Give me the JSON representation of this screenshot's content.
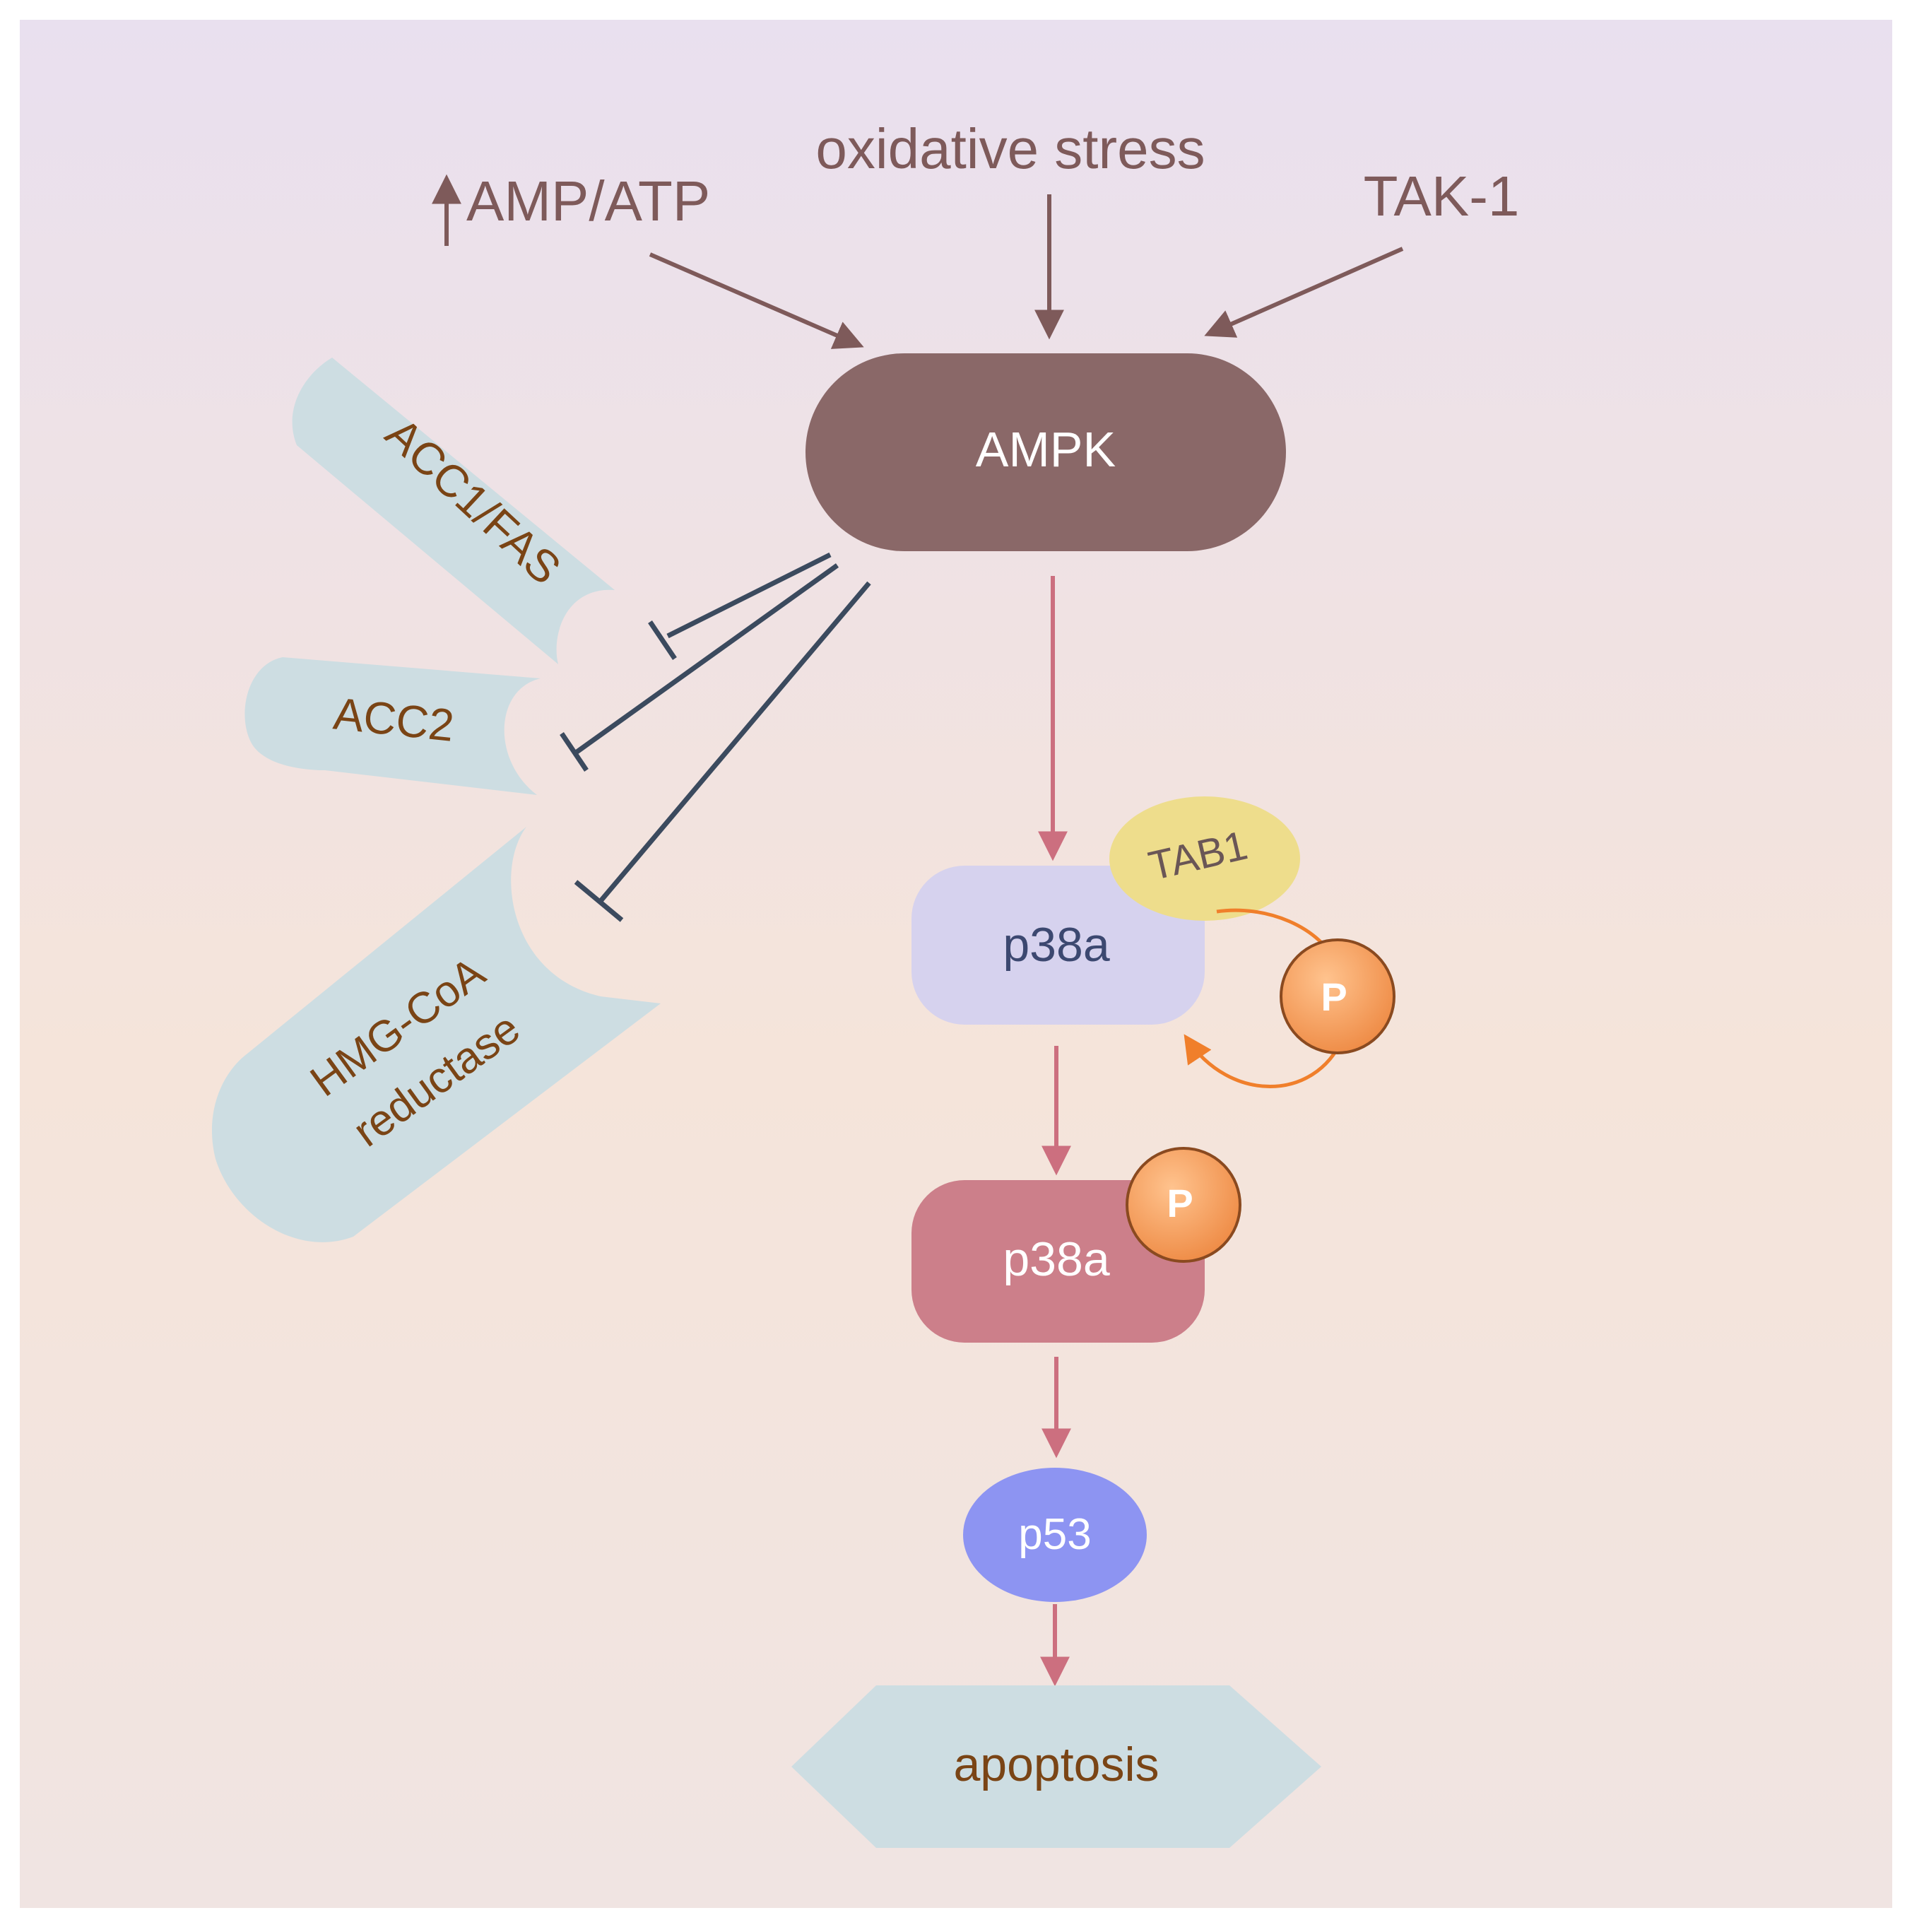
{
  "inputs": {
    "amp_atp": "AMP/ATP",
    "oxidative_stress": "oxidative stress",
    "tak1": "TAK-1"
  },
  "nodes": {
    "ampk": "AMPK",
    "acc1_fas": "ACC1/FAS",
    "acc2": "ACC2",
    "hmg_line1": "HMG-CoA",
    "hmg_line2": "reductase",
    "p38a": "p38a",
    "tab1": "TAB1",
    "phospho": "P",
    "p38a_phos": "p38a",
    "phospho2": "P",
    "p53": "p53",
    "apoptosis": "apoptosis"
  },
  "colors": {
    "background_top": "#e9e0ef",
    "background_bottom": "#f5e6de",
    "ampk_fill": "#8a6868",
    "activation_arrow": "#7e5a5a",
    "inhibition_line": "#3b4a5e",
    "pink_arrow": "#cc6f7f",
    "target_fill": "#cddde2",
    "target_text": "#7a4415",
    "p38a_fill": "#d6d2ee",
    "p38a_text": "#3c4870",
    "tab1_fill": "#eedd8c",
    "phospho_fill": "#f5a060",
    "p38a_phos_fill": "#cc7f8a",
    "p53_fill": "#8d94f2",
    "apoptosis_fill": "#cddde2",
    "cycle_arrow": "#f07f2b"
  }
}
